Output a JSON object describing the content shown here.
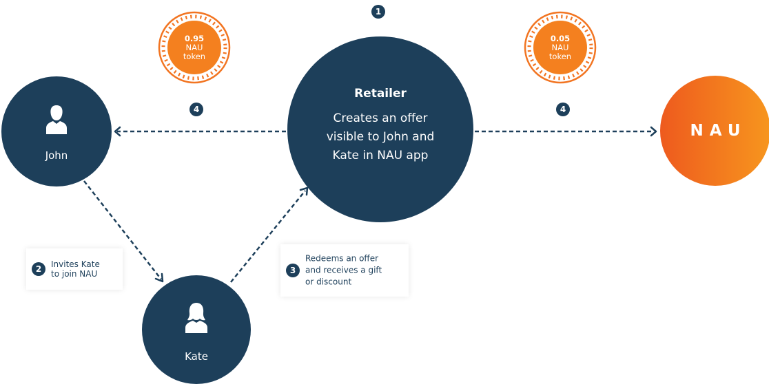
{
  "steps": {
    "step1": "1",
    "step2": "2",
    "step3": "3",
    "step4": "4"
  },
  "retailer": {
    "title": "Retailer",
    "description": "Creates an offer visible to John and Kate in NAU app"
  },
  "john": {
    "label": "John"
  },
  "kate": {
    "label": "Kate"
  },
  "nau": {
    "logo": "NAU"
  },
  "tokens": {
    "left": {
      "amount": "0.95",
      "line2": "NAU",
      "line3": "token"
    },
    "right": {
      "amount": "0.05",
      "line2": "NAU",
      "line3": "token"
    }
  },
  "notes": {
    "invite": {
      "line1": "Invites Kate",
      "line2": "to join NAU"
    },
    "redeem": {
      "line1": "Redeems an offer",
      "line2": "and receives a gift",
      "line3": "or discount"
    }
  },
  "colors": {
    "navy": "#1d3f5a",
    "orange": "#f27522",
    "orange_light": "#f7961e"
  }
}
